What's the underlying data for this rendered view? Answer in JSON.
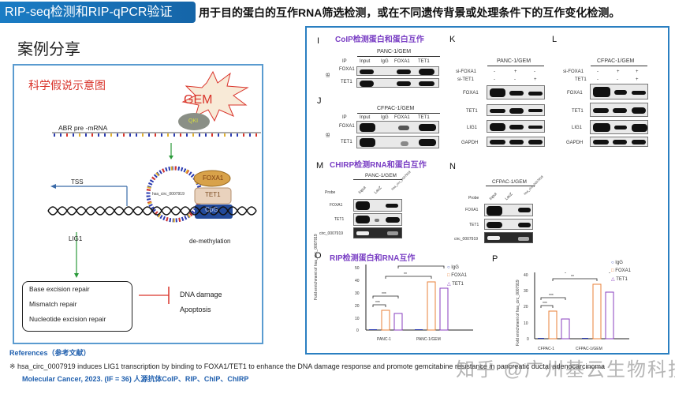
{
  "header": {
    "badge_title": "RIP-seq检测和RIP-qPCR验证",
    "subtitle": "用于目的蛋白的互作RNA筛选检测，或在不同遗传背景或处理条件下的互作变化检测。",
    "accent_color": "#1a7cc4"
  },
  "section_title": "案例分享",
  "hypothesis": {
    "title": "科学假说示意图",
    "gem_label": "GEM",
    "qki_label": "QKI",
    "mrna_label": "ABR pre -mRNA",
    "circ_label": "hsa_circ_0007919",
    "foxa1_label": "FOXA1",
    "tet1_label": "TET1",
    "cpg_label": "CpG",
    "tss_label": "TSS",
    "lig1_label": "LIG1",
    "demethylation_label": "de-methylation",
    "repair_items": [
      "Base excision repair",
      "Mismatch repair",
      "Nucleotide excision repair"
    ],
    "outcomes": [
      "DNA damage",
      "Apoptosis"
    ]
  },
  "figures": {
    "I": {
      "letter": "I",
      "title": "CoIP检测蛋白和蛋白互作",
      "cell_line": "PANC-1/GEM",
      "ip_label": "IP",
      "ib_label": "IB",
      "columns": [
        "Input",
        "IgG",
        "FOXA1",
        "TET1"
      ],
      "rows": [
        "FOXA1",
        "TET1"
      ]
    },
    "J": {
      "letter": "J",
      "cell_line": "CFPAC-1/GEM",
      "ip_label": "IP",
      "ib_label": "IB",
      "columns": [
        "Input",
        "IgG",
        "FOXA1",
        "TET1"
      ],
      "rows": [
        "FOXA1",
        "TET1"
      ]
    },
    "K": {
      "letter": "K",
      "cell_line": "PANC-1/GEM",
      "conditions": [
        {
          "label": "si-FOXA1",
          "values": [
            "-",
            "+",
            "-"
          ]
        },
        {
          "label": "si-TET1",
          "values": [
            "-",
            "-",
            "+"
          ]
        }
      ],
      "rows": [
        "FOXA1",
        "TET1",
        "LIG1",
        "GAPDH"
      ]
    },
    "L": {
      "letter": "L",
      "cell_line": "CFPAC-1/GEM",
      "conditions": [
        {
          "label": "si-FOXA1",
          "values": [
            "-",
            "+",
            "+"
          ]
        },
        {
          "label": "TET1",
          "values": [
            "-",
            "-",
            "+"
          ]
        }
      ],
      "rows": [
        "FOXA1",
        "TET1",
        "LIG1",
        "GAPDH"
      ]
    },
    "M": {
      "letter": "M",
      "title": "CHIRP检测RNA和蛋白互作",
      "cell_line": "PANC-1/GEM",
      "probe_label": "Probe",
      "columns": [
        "Input",
        "LacZ",
        "hsa_circ_0007919"
      ],
      "rows": [
        "FOXA1",
        "TET1",
        "circ_0007919"
      ]
    },
    "N": {
      "letter": "N",
      "cell_line": "CFPAC-1/GEM",
      "probe_label": "Probe",
      "columns": [
        "Input",
        "LacZ",
        "hsa_circ_0007919"
      ],
      "rows": [
        "FOXA1",
        "TET1",
        "circ_0007919"
      ]
    },
    "O": {
      "letter": "O",
      "title": "RIP检测蛋白和RNA互作"
    },
    "P": {
      "letter": "P"
    }
  },
  "chart_data": [
    {
      "type": "bar",
      "panel": "O",
      "title": "RIP检测蛋白和RNA互作",
      "ylabel": "Fold enrichment of hsa_circ_0007919",
      "categories": [
        "PANC-1",
        "PANC-1/GEM"
      ],
      "series": [
        {
          "name": "IgG",
          "values": [
            1,
            1
          ],
          "color": "#2b3bb0"
        },
        {
          "name": "FOXA1",
          "values": [
            16,
            38
          ],
          "color": "#e8823a"
        },
        {
          "name": "TET1",
          "values": [
            13,
            33
          ],
          "color": "#8a3fbf"
        }
      ],
      "ylim": [
        0,
        50
      ],
      "yticks": [
        0,
        10,
        20,
        30,
        40,
        50
      ],
      "significance": [
        "***",
        "***",
        "**",
        "**"
      ],
      "legend_position": "right"
    },
    {
      "type": "bar",
      "panel": "P",
      "ylabel": "Fold enrichment of hsa_circ_0007919",
      "categories": [
        "CFPAC-1",
        "CFPAC-1/GEM"
      ],
      "series": [
        {
          "name": "IgG",
          "values": [
            1,
            1
          ],
          "color": "#2b3bb0"
        },
        {
          "name": "FOXA1",
          "values": [
            17,
            34
          ],
          "color": "#e8823a"
        },
        {
          "name": "TET1",
          "values": [
            12,
            29
          ],
          "color": "#8a3fbf"
        }
      ],
      "ylim": [
        0,
        40
      ],
      "yticks": [
        0,
        10,
        20,
        30,
        40
      ],
      "significance": [
        "***",
        "***",
        "**",
        "**"
      ],
      "legend_position": "right"
    }
  ],
  "references": {
    "title": "References（参考文献）",
    "text": "※ hsa_circ_0007919 induces LIG1 transcription by binding to FOXA1/TET1 to enhance the DNA damage response and promote gemcitabine resistance in pancreatic ductal adenocarcinoma",
    "journal": "Molecular Cancer, 2023. (IF = 36) 人源抗体CoIP、RIP、ChIP、ChIRP"
  },
  "watermark": "知乎 @广州基云生物科技"
}
